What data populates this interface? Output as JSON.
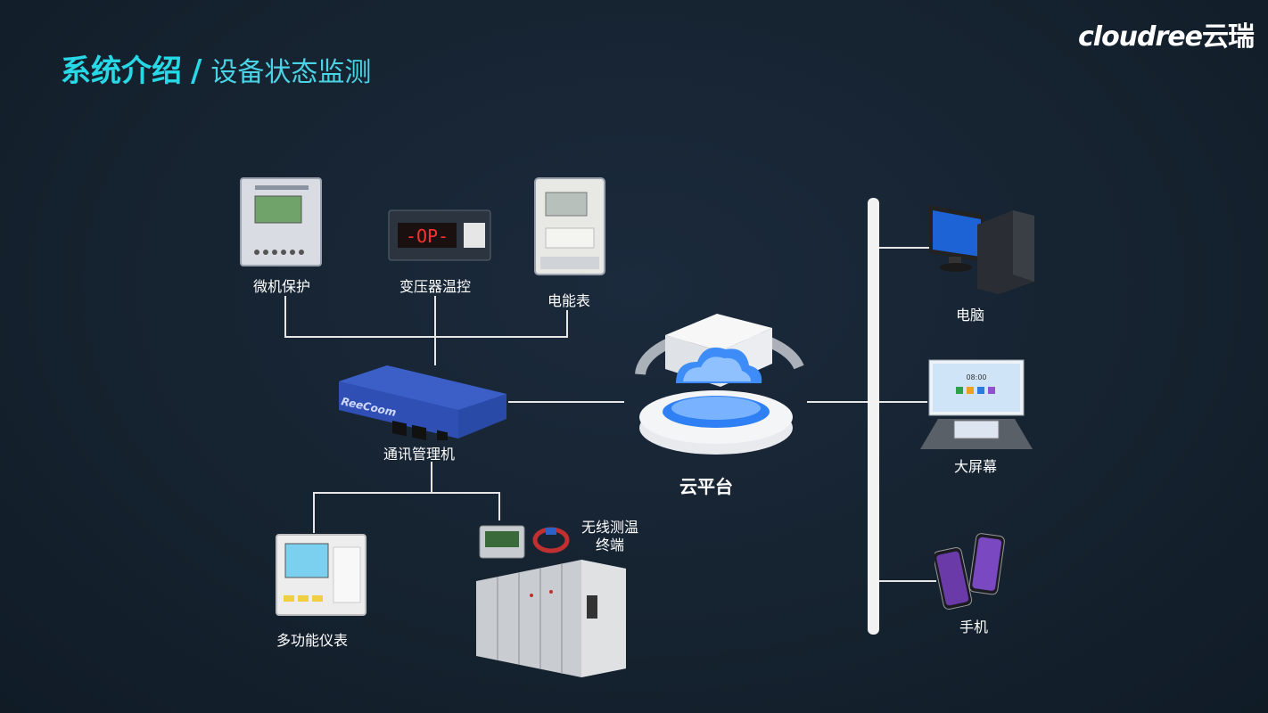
{
  "header": {
    "title_main": "系统介绍",
    "title_sep": "/",
    "title_sub": "设备状态监测",
    "logo_text": "cloudree",
    "logo_cn": "云瑞"
  },
  "devices": {
    "protection": "微机保护",
    "transformer": "变压器温控",
    "meter": "电能表",
    "gateway": "通讯管理机",
    "gateway_brand": "ReeCoom",
    "multimeter": "多功能仪表",
    "wireless_line1": "无线测温",
    "wireless_line2": "终端",
    "cloud": "云平台",
    "pc": "电脑",
    "screen": "大屏幕",
    "phone": "手机"
  },
  "screen_texts": {
    "transformer_display": "-OP-",
    "bigscreen_time": "08:00"
  },
  "colors": {
    "accent": "#28d8e6",
    "background": "#15222f",
    "line": "#e6e6e6",
    "gateway_blue": "#2f4fb4",
    "cloud_blue": "#2f7ff5"
  }
}
